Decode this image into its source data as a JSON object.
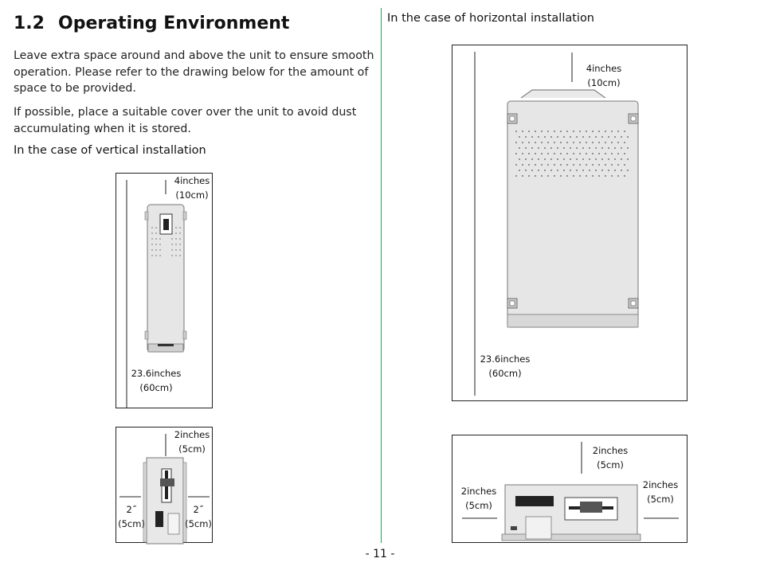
{
  "section": {
    "number": "1.2",
    "title": "Operating Environment"
  },
  "paragraphs": [
    "Leave extra space around and above the unit to ensure smooth operation.  Please refer to the drawing below for the amount of space to be provided.",
    "If possible, place a suitable cover over the unit to avoid dust accumulating when it is stored."
  ],
  "vertical": {
    "heading": "In the case of vertical installation",
    "top_dim": [
      "4inches",
      "(10cm)"
    ],
    "depth_dim": [
      "23.6inches",
      "(60cm)"
    ],
    "front_top_dim": [
      "2inches",
      "(5cm)"
    ],
    "front_left_dim": [
      "2˝",
      "(5cm)"
    ],
    "front_right_dim": [
      "2˝",
      "(5cm)"
    ]
  },
  "horizontal": {
    "heading": "In the case of horizontal installation",
    "top_dim": [
      "4inches",
      "(10cm)"
    ],
    "depth_dim": [
      "23.6inches",
      "(60cm)"
    ],
    "front_top_dim": [
      "2inches",
      "(5cm)"
    ],
    "front_left_dim": [
      "2inches",
      "(5cm)"
    ],
    "front_right_dim": [
      "2inches",
      "(5cm)"
    ]
  },
  "page_number": "- 11 -"
}
